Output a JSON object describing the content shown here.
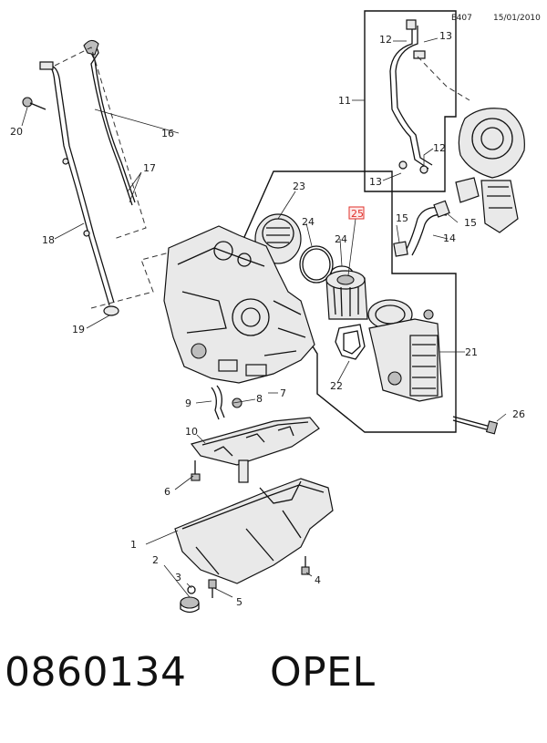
{
  "header": {
    "code": "E407",
    "date": "15/01/2010"
  },
  "callouts": {
    "c1": "1",
    "c2": "2",
    "c3": "3",
    "c4": "4",
    "c5": "5",
    "c6": "6",
    "c7": "7",
    "c8": "8",
    "c9": "9",
    "c10": "10",
    "c11": "11",
    "c12a": "12",
    "c12b": "12",
    "c13a": "13",
    "c13b": "13",
    "c14": "14",
    "c15a": "15",
    "c15b": "15",
    "c16": "16",
    "c17": "17",
    "c18": "18",
    "c19": "19",
    "c20": "20",
    "c21": "21",
    "c22": "22",
    "c23": "23",
    "c24a": "24",
    "c24b": "24",
    "c25": "25",
    "c26": "26"
  },
  "highlight": {
    "callout": "25",
    "color": "#e0302a"
  },
  "footer": {
    "part_number": "0860134",
    "brand": "OPEL"
  }
}
